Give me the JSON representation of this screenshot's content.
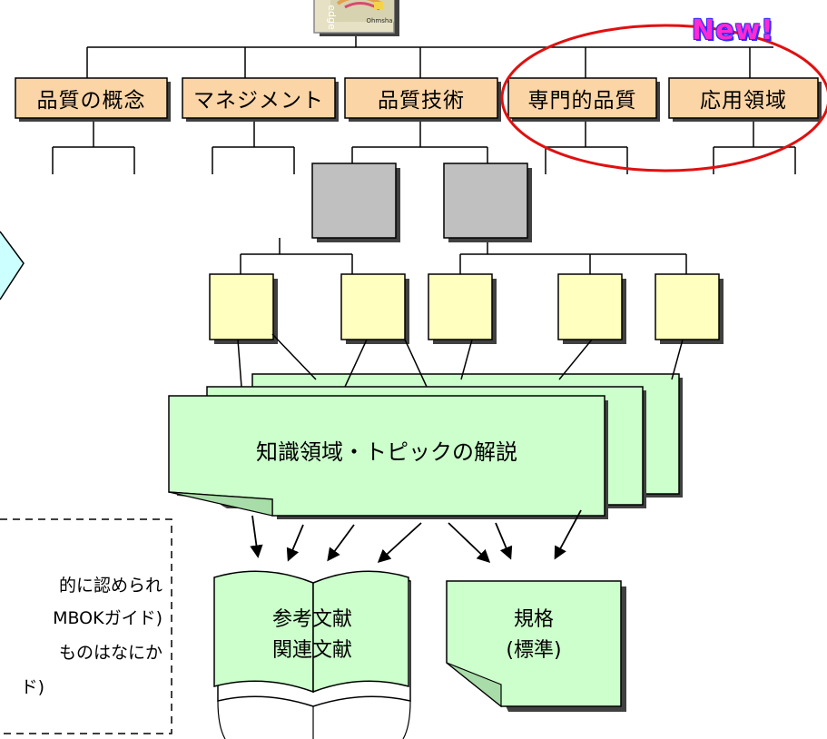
{
  "book": {
    "publisher": "Ohmsha",
    "spine_text": "edge"
  },
  "new_badge": "New!",
  "categories": [
    {
      "label": "品質の概念"
    },
    {
      "label": "マネジメント"
    },
    {
      "label": "品質技術"
    },
    {
      "label": "専門的品質"
    },
    {
      "label": "応用領域"
    }
  ],
  "explanation": "知識領域・トピックの解説",
  "references": {
    "line1": "参考文献",
    "line2": "関連文献"
  },
  "standards": {
    "line1": "規格",
    "line2": "(標準)"
  },
  "note_lines": [
    "的に認められ",
    "MBOKガイド)",
    "ものはなにか",
    "ド)"
  ],
  "colors": {
    "category_fill": "#fbd5a5",
    "gray_fill": "#c0c0c0",
    "yellow_fill": "#ffffc0",
    "green_fill": "#ccffcc",
    "highlight": "#e01010",
    "shadow": "#404040"
  }
}
